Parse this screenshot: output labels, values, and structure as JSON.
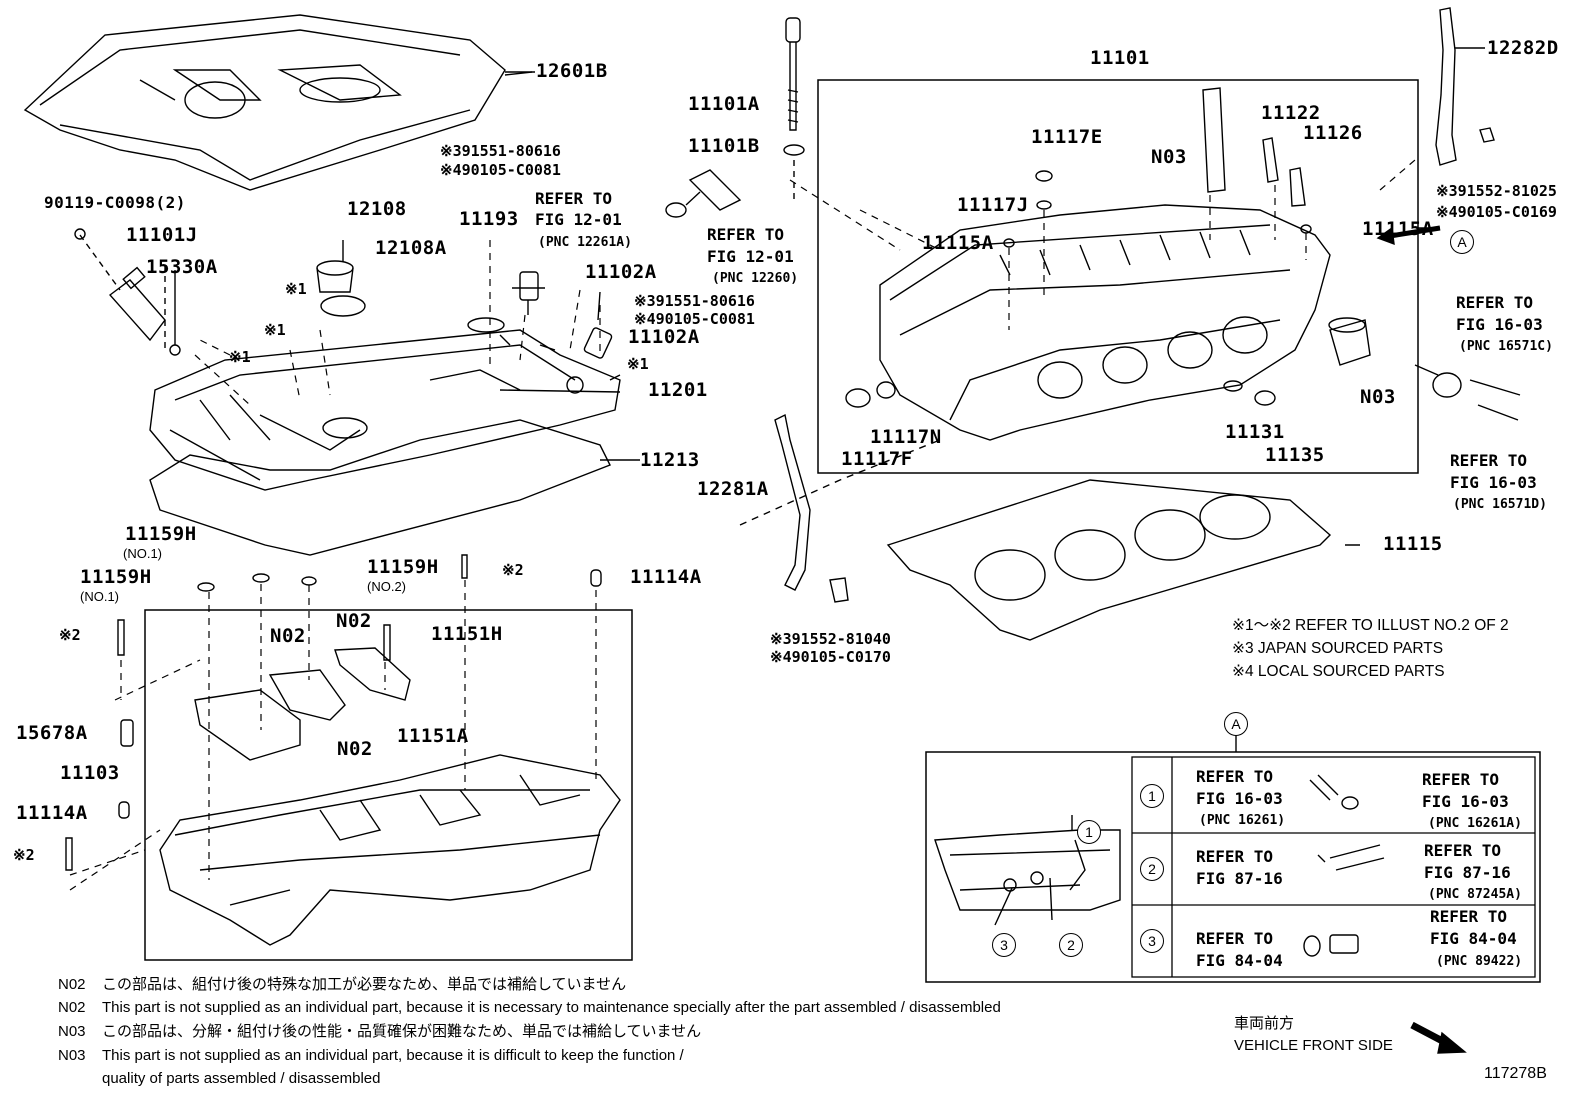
{
  "labels": {
    "p12601B": "12601B",
    "p90119": "90119-C0098(2)",
    "p11101J": "11101J",
    "p15330A": "15330A",
    "p12108": "12108",
    "p12108A": "12108A",
    "p11193": "11193",
    "p11102A_1": "11102A",
    "p11102A_2": "11102A",
    "p11201": "11201",
    "p11213": "11213",
    "p11101A": "11101A",
    "p11101B": "11101B",
    "p11101": "11101",
    "p11117E": "11117E",
    "pN03_top": "N03",
    "p11122": "11122",
    "p11126": "11126",
    "p12282D": "12282D",
    "p11117J": "11117J",
    "p11115A_l": "11115A",
    "p11115A_r": "11115A",
    "p11117N": "11117N",
    "p11117F": "11117F",
    "p11131": "11131",
    "p11135": "11135",
    "pN03_r": "N03",
    "p12281A": "12281A",
    "p11115": "11115",
    "p11159H_a": "11159H",
    "p11159H_a_sub": "(NO.1)",
    "p11159H_b": "11159H",
    "p11159H_b_sub": "(NO.1)",
    "p11159H_c": "11159H",
    "p11159H_c_sub": "(NO.2)",
    "p11114A_r": "11114A",
    "pN02_a": "N02",
    "pN02_b": "N02",
    "pN02_c": "N02",
    "p11151H": "11151H",
    "p11151A": "11151A",
    "p15678A": "15678A",
    "p11103": "11103",
    "p11114A_l": "11114A",
    "mark1_a": "※1",
    "mark1_b": "※1",
    "mark1_c": "※1",
    "mark1_d": "※1",
    "mark2_a": "※2",
    "mark2_b": "※2",
    "mark2_c": "※2",
    "code_39155180616_a": "※391551-80616",
    "code_490105C0081_a": "※490105-C0081",
    "code_39155180616_b": "※391551-80616",
    "code_490105C0081_b": "※490105-C0081",
    "code_39155281025": "※391552-81025",
    "code_490105C0169": "※490105-C0169",
    "code_39155281040": "※391552-81040",
    "code_490105C0170": "※490105-C0170"
  },
  "refs": {
    "r1": {
      "l1": "REFER TO",
      "l2": "FIG 12-01",
      "l3": "(PNC 12261A)"
    },
    "r2": {
      "l1": "REFER TO",
      "l2": "FIG 12-01",
      "l3": "(PNC 12260)"
    },
    "r3": {
      "l1": "REFER TO",
      "l2": "FIG 16-03",
      "l3": "(PNC 16571C)"
    },
    "r4": {
      "l1": "REFER TO",
      "l2": "FIG 16-03",
      "l3": "(PNC 16571D)"
    }
  },
  "legend": {
    "line1": "※1～※2  REFER TO ILLUST NO.2 OF 2",
    "line2": "※3 JAPAN SOURCED PARTS",
    "line3": "※4 LOCAL SOURCED PARTS"
  },
  "detail": {
    "marker": "A",
    "main_marker": "A",
    "c1": "1",
    "c2": "2",
    "c3": "3",
    "rows": [
      {
        "num": "1",
        "left1": "REFER TO",
        "left2": "FIG 16-03",
        "left3": "(PNC 16261)",
        "right1": "REFER TO",
        "right2": "FIG 16-03",
        "right3": "(PNC 16261A)"
      },
      {
        "num": "2",
        "left1": "REFER TO",
        "left2": "FIG 87-16",
        "left3": "",
        "right1": "REFER TO",
        "right2": "FIG 87-16",
        "right3": "(PNC 87245A)"
      },
      {
        "num": "3",
        "left1": "REFER TO",
        "left2": "FIG 84-04",
        "left3": "",
        "right1": "REFER TO",
        "right2": "FIG 84-04",
        "right3": "(PNC 89422)"
      }
    ]
  },
  "notes": {
    "n1_code": "N02",
    "n1_text": "この部品は、組付け後の特殊な加工が必要なため、単品では補給していません",
    "n2_code": "N02",
    "n2_text": "This part is not supplied as an individual part, because it is necessary to maintenance specially after the part assembled / disassembled",
    "n3_code": "N03",
    "n3_text": "この部品は、分解・組付け後の性能・品質確保が困難なため、単品では補給していません",
    "n4_code": "N03",
    "n4_text": "This part is not supplied as an individual part, because it is difficult to keep the function /",
    "n4_text2": "quality of parts  assembled / disassembled"
  },
  "footer": {
    "front_jp": "車両前方",
    "front_en": "VEHICLE FRONT SIDE",
    "figure_id": "117278B"
  }
}
